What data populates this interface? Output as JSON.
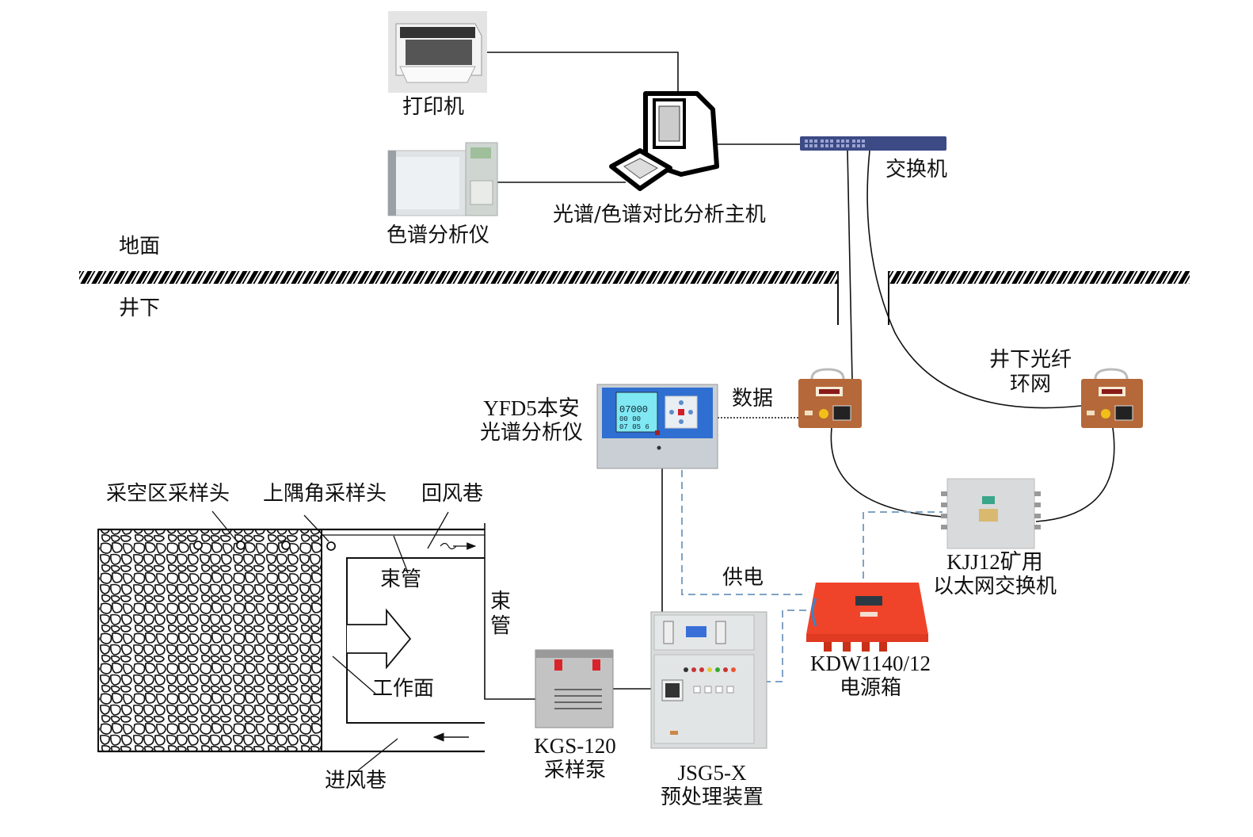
{
  "diagram": {
    "zones": {
      "surface": "地面",
      "underground": "井下"
    },
    "devices": {
      "printer": {
        "name": "打印机",
        "icon": "printer-icon"
      },
      "gas_chromatograph": {
        "name": "色谱分析仪",
        "icon": "chromatograph-icon"
      },
      "host_pc": {
        "name": "光谱/色谱对比分析主机",
        "icon": "computer-icon"
      },
      "switch": {
        "name": "交换机",
        "icon": "network-switch-icon"
      },
      "spectrometer": {
        "line1": "YFD5本安",
        "line2": "光谱分析仪",
        "icon": "spectrometer-icon",
        "screen_readout": [
          "07000",
          "00 00",
          "07 05 6"
        ]
      },
      "fiber_ring": {
        "line1": "井下光纤",
        "line2": "环网"
      },
      "ring_node_left": {
        "icon": "fiber-node-icon"
      },
      "ring_node_right": {
        "icon": "fiber-node-icon"
      },
      "ethernet_switch": {
        "line1": "KJJ12矿用",
        "line2": "以太网交换机",
        "icon": "mine-switch-icon"
      },
      "power_box": {
        "line1": "KDW1140/12",
        "line2": "电源箱",
        "icon": "power-box-icon"
      },
      "pump": {
        "line1": "KGS-120",
        "line2": "采样泵",
        "icon": "pump-icon"
      },
      "pretreatment": {
        "line1": "JSG5-X",
        "line2": "预处理装置",
        "icon": "cabinet-icon"
      }
    },
    "links": {
      "data": "数据",
      "power": "供电"
    },
    "workface": {
      "goaf_sampler": "采空区采样头",
      "corner_sampler": "上隅角采样头",
      "return_airway": "回风巷",
      "bundle_tube_1": "束管",
      "bundle_tube_2_line1": "束",
      "bundle_tube_2_line2": "管",
      "working_face": "工作面",
      "intake_airway": "进风巷"
    },
    "colors": {
      "line": "#111111",
      "power_dashed": "#7fa3c4",
      "ground_hatch": "#000000",
      "node_brown": "#b5683a",
      "power_box_red": "#f0442a",
      "panel_blue": "#2f6fd1",
      "lcd_cyan": "#7fe8f2",
      "cabinet_grey": "#d9dcdc"
    }
  }
}
